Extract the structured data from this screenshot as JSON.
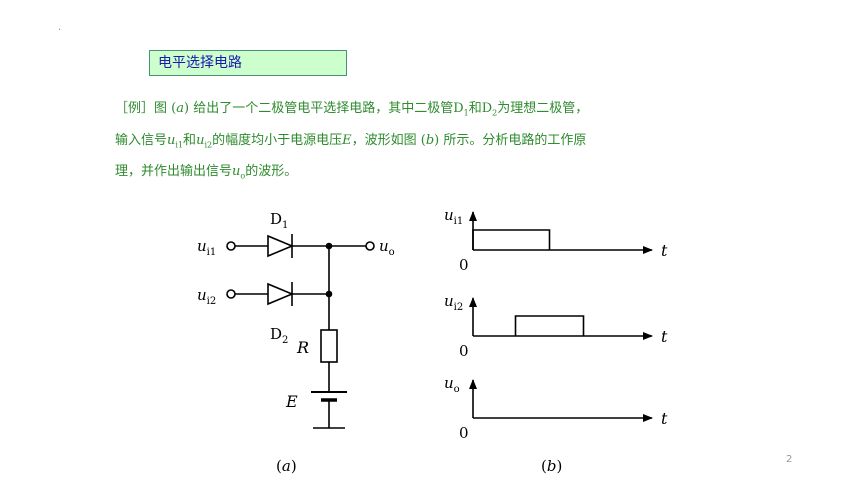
{
  "header": {
    "marker": "."
  },
  "title": "电平选择电路",
  "paragraph": {
    "bracket_open": "［例］",
    "p1_a": "图 (",
    "p1_a_it": "a",
    "p1_b": ") 给出了一个二极管电平选择电路，其中二极管D",
    "p1_sub1": "1",
    "p1_c": "和D",
    "p1_sub2": "2",
    "p1_d": "为理想二极管，",
    "p2_a": "输入信号",
    "p2_u1": "u",
    "p2_u1sub": "i1",
    "p2_b": "和",
    "p2_u2": "u",
    "p2_u2sub": "i2",
    "p2_c": "的幅度均小于电源电压",
    "p2_E": "E",
    "p2_d": "，波形如图 (",
    "p2_b_it": "b",
    "p2_e": ") 所示。分析电路的工作原",
    "p3_a": "理，并作出输出信号",
    "p3_u": "u",
    "p3_usub": "o",
    "p3_b": "的波形。"
  },
  "circuit": {
    "d1": "D",
    "d1_sub": "1",
    "d2": "D",
    "d2_sub": "2",
    "ui1": "u",
    "ui1_sub": "i1",
    "ui2": "u",
    "ui2_sub": "i2",
    "uo": "u",
    "uo_sub": "o",
    "r": "R",
    "e": "E",
    "caption": "(a)",
    "caption_it": "a"
  },
  "waveforms": {
    "panels": [
      {
        "label": "u",
        "label_sub": "i1",
        "zero": "0",
        "t": "t",
        "pulse_start": 0.0,
        "pulse_end": 0.45
      },
      {
        "label": "u",
        "label_sub": "i2",
        "zero": "0",
        "t": "t",
        "pulse_start": 0.25,
        "pulse_end": 0.65
      },
      {
        "label": "u",
        "label_sub": "o",
        "zero": "0",
        "t": "t"
      }
    ],
    "caption_it": "b"
  },
  "page_number": "2",
  "colors": {
    "text_green": "#2e8b2e",
    "title_bg": "#ccffcc",
    "title_text": "#1a1ab0"
  }
}
